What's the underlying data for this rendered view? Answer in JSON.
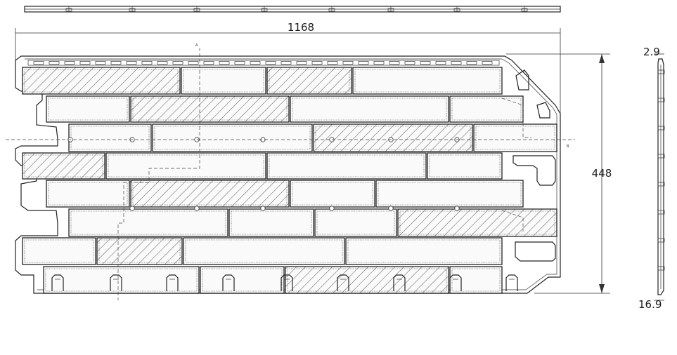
{
  "dimensions": {
    "width": "1168",
    "height": "448",
    "thickness_top": "2.9",
    "thickness_bottom": "16.9"
  },
  "section_labels": {
    "a": "A",
    "b": "B"
  }
}
